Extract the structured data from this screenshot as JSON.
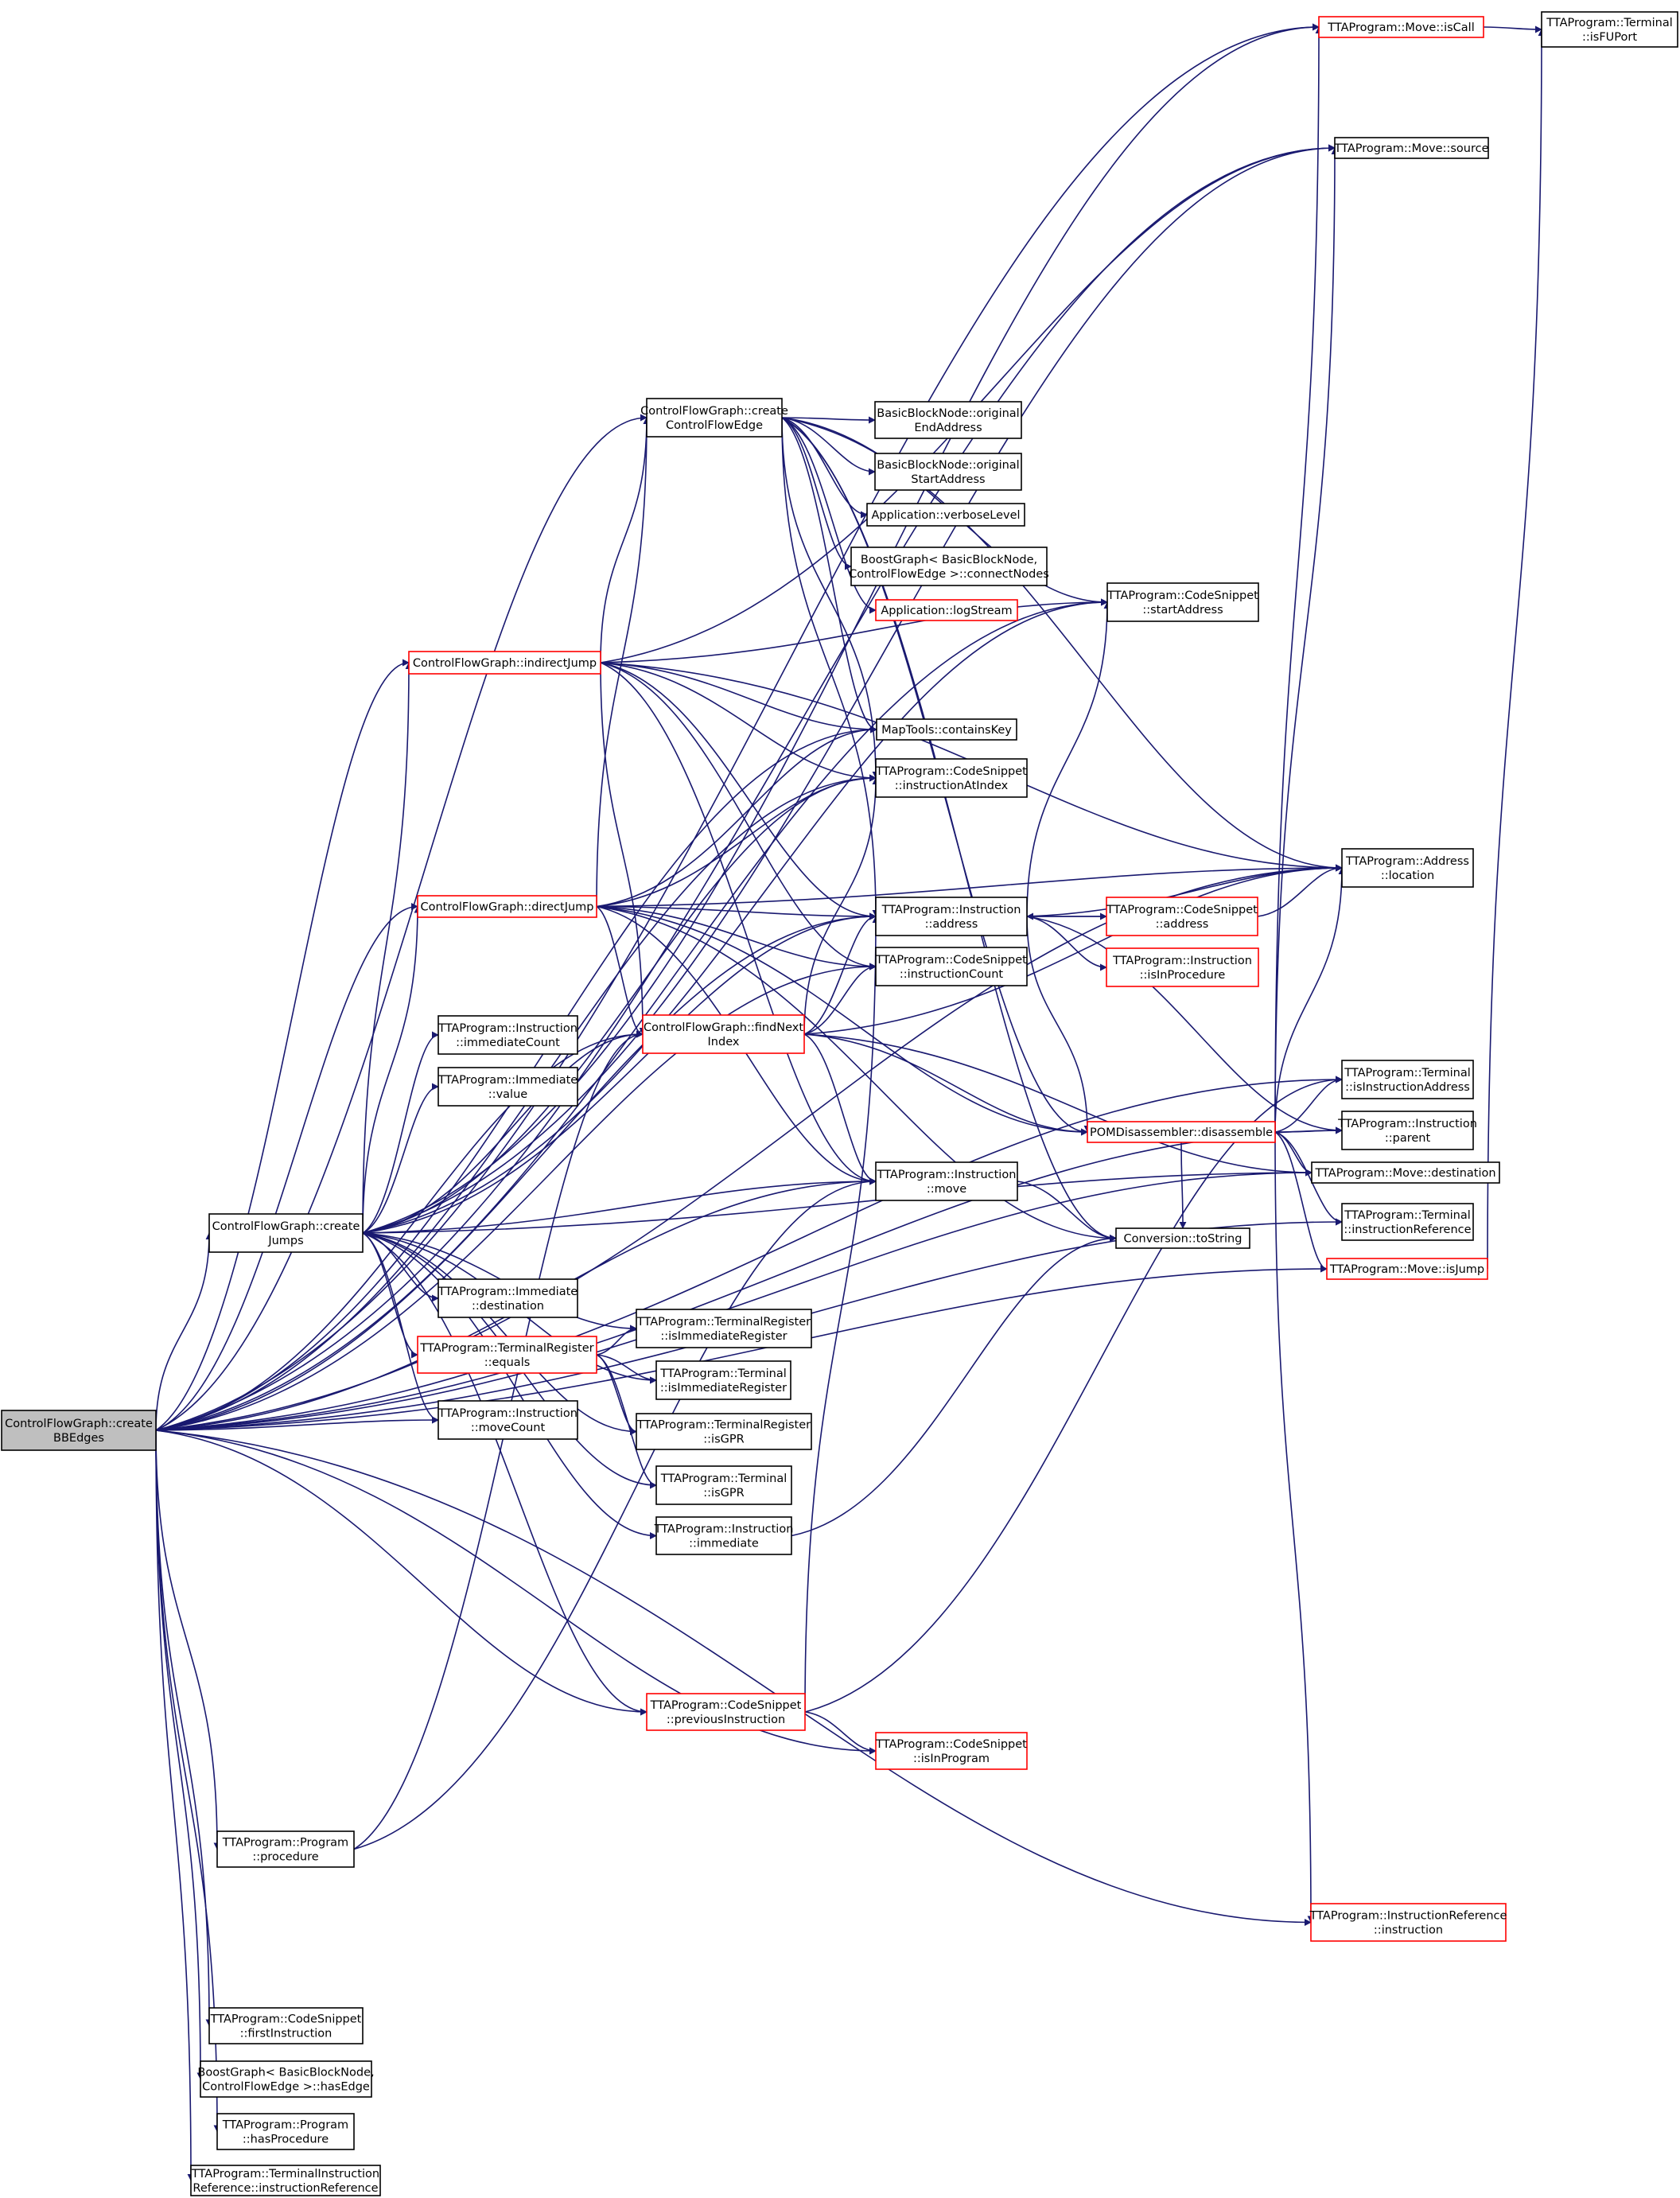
{
  "nodes": {
    "root": [
      "ControlFlowGraph::create",
      "BBEdges"
    ],
    "createJumps": [
      "ControlFlowGraph::create",
      "Jumps"
    ],
    "createCFE": [
      "ControlFlowGraph::create",
      "ControlFlowEdge"
    ],
    "indirectJump": [
      "ControlFlowGraph::indirectJump"
    ],
    "directJump": [
      "ControlFlowGraph::directJump"
    ],
    "findNextIndex": [
      "ControlFlowGraph::findNext",
      "Index"
    ],
    "bbOrigEnd": [
      "BasicBlockNode::original",
      "EndAddress"
    ],
    "bbOrigStart": [
      "BasicBlockNode::original",
      "StartAddress"
    ],
    "verboseLevel": [
      "Application::verboseLevel"
    ],
    "connectNodes": [
      "BoostGraph< BasicBlockNode,",
      "ControlFlowEdge >::connectNodes"
    ],
    "logStream": [
      "Application::logStream"
    ],
    "containsKey": [
      "MapTools::containsKey"
    ],
    "csInstrAtIndex": [
      "TTAProgram::CodeSnippet",
      "::instructionAtIndex"
    ],
    "instrAddress": [
      "TTAProgram::Instruction",
      "::address"
    ],
    "csInstrCount": [
      "TTAProgram::CodeSnippet",
      "::instructionCount"
    ],
    "instrMove": [
      "TTAProgram::Instruction",
      "::move"
    ],
    "csStartAddress": [
      "TTAProgram::CodeSnippet",
      "::startAddress"
    ],
    "addrLocation": [
      "TTAProgram::Address",
      "::location"
    ],
    "csAddress": [
      "TTAProgram::CodeSnippet",
      "::address"
    ],
    "instrIsInProc": [
      "TTAProgram::Instruction",
      "::isInProcedure"
    ],
    "pomDisassemble": [
      "POMDisassembler::disassemble"
    ],
    "toString": [
      "Conversion::toString"
    ],
    "moveIsCall": [
      "TTAProgram::Move::isCall"
    ],
    "termIsFUPort": [
      "TTAProgram::Terminal",
      "::isFUPort"
    ],
    "moveSource": [
      "TTAProgram::Move::source"
    ],
    "termIsInstrAddr": [
      "TTAProgram::Terminal",
      "::isInstructionAddress"
    ],
    "instrParent": [
      "TTAProgram::Instruction",
      "::parent"
    ],
    "moveDestination": [
      "TTAProgram::Move::destination"
    ],
    "termInstrRef": [
      "TTAProgram::Terminal",
      "::instructionReference"
    ],
    "moveIsJump": [
      "TTAProgram::Move::isJump"
    ],
    "instrImmCount": [
      "TTAProgram::Instruction",
      "::immediateCount"
    ],
    "immValue": [
      "TTAProgram::Immediate",
      "::value"
    ],
    "immDestination": [
      "TTAProgram::Immediate",
      "::destination"
    ],
    "trEquals": [
      "TTAProgram::TerminalRegister",
      "::equals"
    ],
    "trIsImmReg": [
      "TTAProgram::TerminalRegister",
      "::isImmediateRegister"
    ],
    "termIsImmReg": [
      "TTAProgram::Terminal",
      "::isImmediateRegister"
    ],
    "trIsGPR": [
      "TTAProgram::TerminalRegister",
      "::isGPR"
    ],
    "termIsGPR": [
      "TTAProgram::Terminal",
      "::isGPR"
    ],
    "instrImmediate": [
      "TTAProgram::Instruction",
      "::immediate"
    ],
    "instrMoveCount": [
      "TTAProgram::Instruction",
      "::moveCount"
    ],
    "csPrevInstr": [
      "TTAProgram::CodeSnippet",
      "::previousInstruction"
    ],
    "csIsInProgram": [
      "TTAProgram::CodeSnippet",
      "::isInProgram"
    ],
    "progProcedure": [
      "TTAProgram::Program",
      "::procedure"
    ],
    "instrRefInstr": [
      "TTAProgram::InstructionReference",
      "::instruction"
    ],
    "csFirstInstr": [
      "TTAProgram::CodeSnippet",
      "::firstInstruction"
    ],
    "bgHasEdge": [
      "BoostGraph< BasicBlockNode,",
      "ControlFlowEdge >::hasEdge"
    ],
    "progHasProc": [
      "TTAProgram::Program",
      "::hasProcedure"
    ],
    "tiInstrRef": [
      "TTAProgram::TerminalInstruction",
      "Reference::instructionReference"
    ]
  }
}
